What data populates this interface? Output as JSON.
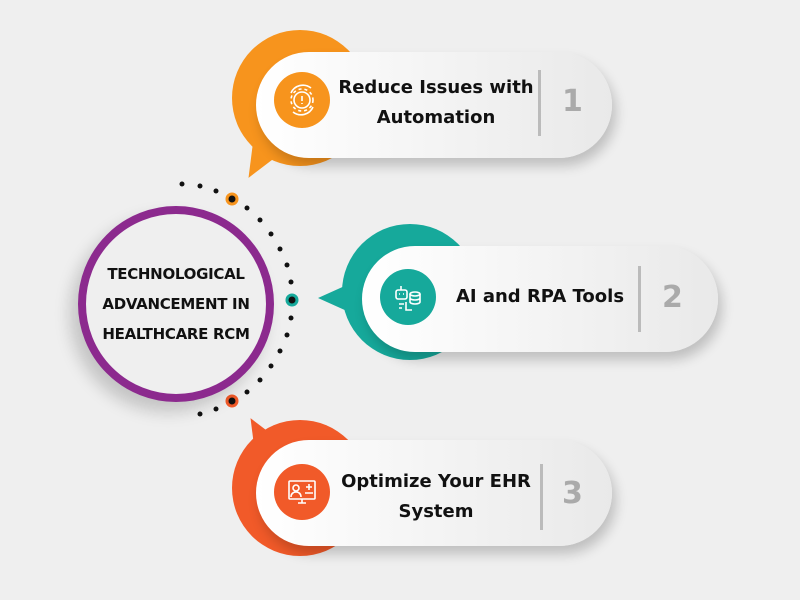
{
  "center": {
    "title": "TECHNOLOGICAL ADVANCEMENT IN HEALTHCARE RCM"
  },
  "items": [
    {
      "label": "Reduce Issues with Automation",
      "number": "1",
      "color": "#f7941d",
      "icon": "gear-alert-icon"
    },
    {
      "label": "AI and RPA Tools",
      "number": "2",
      "color": "#16a99b",
      "icon": "robot-database-icon"
    },
    {
      "label": "Optimize Your EHR System",
      "number": "3",
      "color": "#f15a29",
      "icon": "doctor-monitor-icon"
    }
  ],
  "colors": {
    "hub_ring": "#8c2a8e",
    "background": "#efefef"
  }
}
